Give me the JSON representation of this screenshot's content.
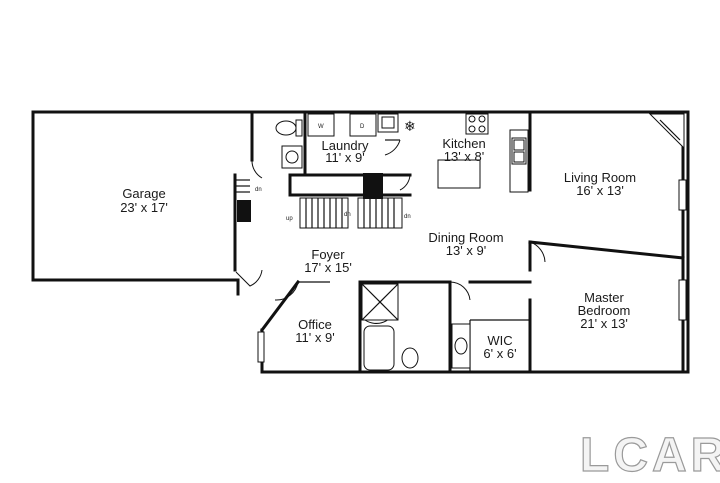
{
  "rooms": {
    "garage": {
      "name": "Garage",
      "dims": "23' x 17'"
    },
    "laundry": {
      "name": "Laundry",
      "dims": "11' x 9'"
    },
    "kitchen": {
      "name": "Kitchen",
      "dims": "13' x 8'"
    },
    "living": {
      "name": "Living Room",
      "dims": "16' x 13'"
    },
    "dining": {
      "name": "Dining Room",
      "dims": "13' x 9'"
    },
    "foyer": {
      "name": "Foyer",
      "dims": "17' x 15'"
    },
    "office": {
      "name": "Office",
      "dims": "11' x 9'"
    },
    "master": {
      "name_line1": "Master",
      "name_line2": "Bedroom",
      "dims": "21' x 13'"
    },
    "wic": {
      "name": "WIC",
      "dims": "6' x 6'"
    }
  },
  "labels": {
    "washer": "W",
    "dryer": "D",
    "stair_up": "up",
    "stair_dn_1": "dn",
    "stair_dn_2": "dn",
    "stair_dn_3": "dn"
  },
  "logo": "LCAR",
  "colors": {
    "walls": "#111111",
    "logo_fill": "#f4f4f4",
    "logo_stroke": "#9a9a9a"
  }
}
